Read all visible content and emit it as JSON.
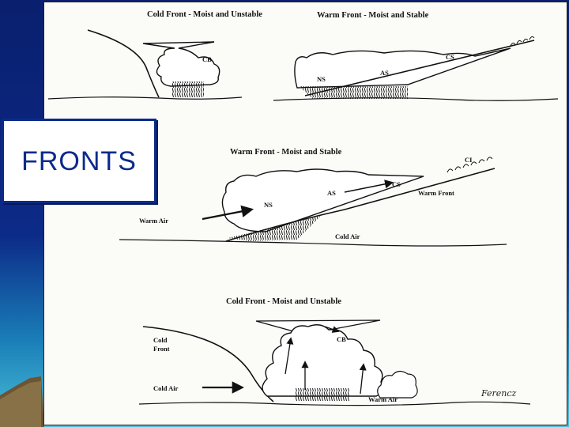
{
  "slide": {
    "title": "FRONTS",
    "colors": {
      "background": "#0a1f6e",
      "title": "#0b2a8a",
      "panel": "#fbfbf8",
      "ink": "#111111"
    }
  },
  "diagram": {
    "top_left": {
      "title": "Cold Front - Moist and Unstable",
      "cloud": "CB"
    },
    "top_right": {
      "title": "Warm Front - Moist and Stable",
      "cloud_cs": "CS",
      "cloud_as": "AS",
      "cloud_ns": "NS"
    },
    "middle": {
      "title": "Warm Front - Moist and Stable",
      "cloud_ci": "CI",
      "cloud_cs": "CS",
      "front_label": "Warm Front",
      "cloud_as": "AS",
      "cloud_ns": "NS",
      "warm_air": "Warm Air",
      "cold_air": "Cold Air"
    },
    "bottom": {
      "title": "Cold Front - Moist and Unstable",
      "cloud": "CB",
      "front_label_1": "Cold",
      "front_label_2": "Front",
      "cold_air": "Cold Air",
      "warm_air": "Warm Air",
      "signature": "Ferencz"
    }
  }
}
